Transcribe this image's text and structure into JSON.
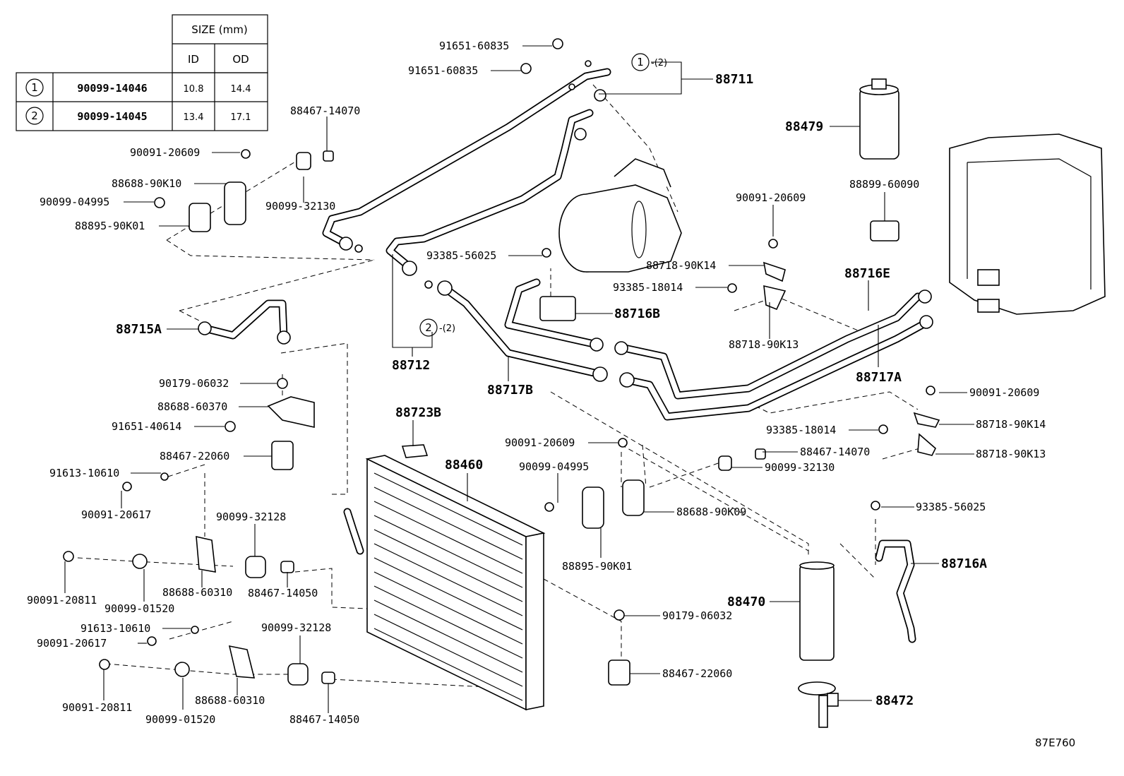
{
  "size_table": {
    "header": "SIZE (mm)",
    "col_id": "ID",
    "col_od": "OD",
    "rows": [
      {
        "ref": "1",
        "part": "90099-14046",
        "id": "10.8",
        "od": "14.4"
      },
      {
        "ref": "2",
        "part": "90099-14045",
        "id": "13.4",
        "od": "17.1"
      }
    ]
  },
  "callouts": {
    "c1_ref": "1",
    "c1_qty": "-(2)",
    "c2_ref": "2",
    "c2_qty": "-(2)"
  },
  "labels": {
    "p91651_60835_a": "91651-60835",
    "p91651_60835_b": "91651-60835",
    "p88711": "88711",
    "p88479": "88479",
    "p88467_14070_a": "88467-14070",
    "p90091_20609_a": "90091-20609",
    "p88688_90K10": "88688-90K10",
    "p90099_04995_a": "90099-04995",
    "p88895_90K01_a": "88895-90K01",
    "p90099_32130_a": "90099-32130",
    "p90091_20609_b": "90091-20609",
    "p88899_60090": "88899-60090",
    "p93385_56025_a": "93385-56025",
    "p88718_90K14_a": "88718-90K14",
    "p93385_18014_a": "93385-18014",
    "p88716E": "88716E",
    "p88716B": "88716B",
    "p88718_90K13_a": "88718-90K13",
    "p88715A": "88715A",
    "p88712": "88712",
    "p88717B": "88717B",
    "p88717A": "88717A",
    "p90179_06032_a": "90179-06032",
    "p88688_60370": "88688-60370",
    "p91651_40614": "91651-40614",
    "p88723B": "88723B",
    "p90091_20609_c": "90091-20609",
    "p88718_90K14_b": "88718-90K14",
    "p93385_18014_b": "93385-18014",
    "p88467_14070_b": "88467-14070",
    "p88718_90K13_b": "88718-90K13",
    "p88467_22060_a": "88467-22060",
    "p88460": "88460",
    "p90091_20609_d": "90091-20609",
    "p90099_32130_b": "90099-32130",
    "p91613_10610_a": "91613-10610",
    "p90099_04995_b": "90099-04995",
    "p90091_20617_a": "90091-20617",
    "p88688_90K09": "88688-90K09",
    "p93385_56025_b": "93385-56025",
    "p90099_32128_a": "90099-32128",
    "p88895_90K01_b": "88895-90K01",
    "p88716A": "88716A",
    "p90091_20811_a": "90091-20811",
    "p88688_60310_a": "88688-60310",
    "p90099_01520_a": "90099-01520",
    "p88467_14050_a": "88467-14050",
    "p88470": "88470",
    "p90179_06032_b": "90179-06032",
    "p91613_10610_b": "91613-10610",
    "p90099_32128_b": "90099-32128",
    "p90091_20617_b": "90091-20617",
    "p88467_22060_b": "88467-22060",
    "p90091_20811_b": "90091-20811",
    "p88688_60310_b": "88688-60310",
    "p90099_01520_b": "90099-01520",
    "p88467_14050_b": "88467-14050",
    "p88472": "88472",
    "diagram_code": "87E760"
  }
}
